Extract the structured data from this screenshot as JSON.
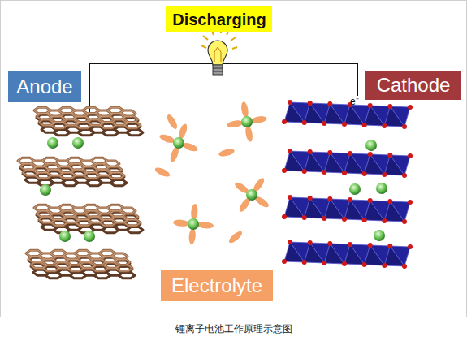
{
  "diagram": {
    "caption": "锂离子电池工作原理示意图",
    "nodes": [
      {
        "text": [
          "Discharging"
        ]
      },
      {
        "text": [
          "Anode"
        ]
      },
      {
        "text": [
          "Cathode"
        ]
      },
      {
        "text": [
          "Electrolyte"
        ]
      }
    ],
    "labels": [
      "e⁻"
    ]
  }
}
